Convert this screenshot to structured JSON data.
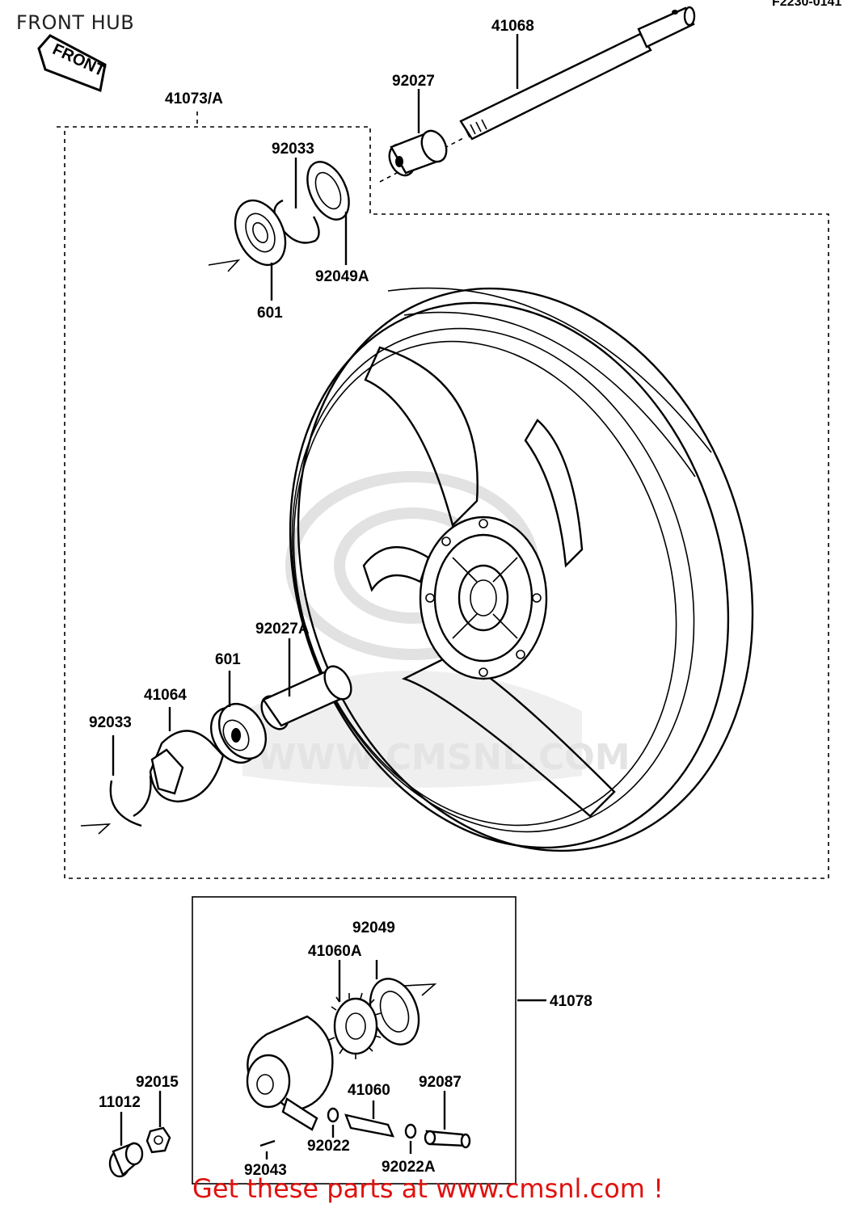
{
  "title": "FRONT HUB",
  "diagram_id": "F2230-0141",
  "front_label": "FRONT",
  "watermark": "WWW.CMSNL.COM",
  "footer": "Get these parts at www.cmsnl.com !",
  "parts": {
    "axle": "41068",
    "collar_upper": "92027",
    "wheel_assembly": "41073/A",
    "circlip_upper": "92033",
    "seal_upper": "92049A",
    "bearing_upper": "601",
    "collar_lower": "92027A",
    "bearing_lower": "601",
    "spacer_plate": "41064",
    "circlip_lower": "92033",
    "seal_gearbox": "92049",
    "gear": "41060A",
    "gearbox_assembly": "41078",
    "nut": "92015",
    "cap": "11012",
    "pinion": "41060",
    "sleeve": "92087",
    "washer_a": "92022",
    "washer_b": "92022A",
    "pin": "92043"
  }
}
